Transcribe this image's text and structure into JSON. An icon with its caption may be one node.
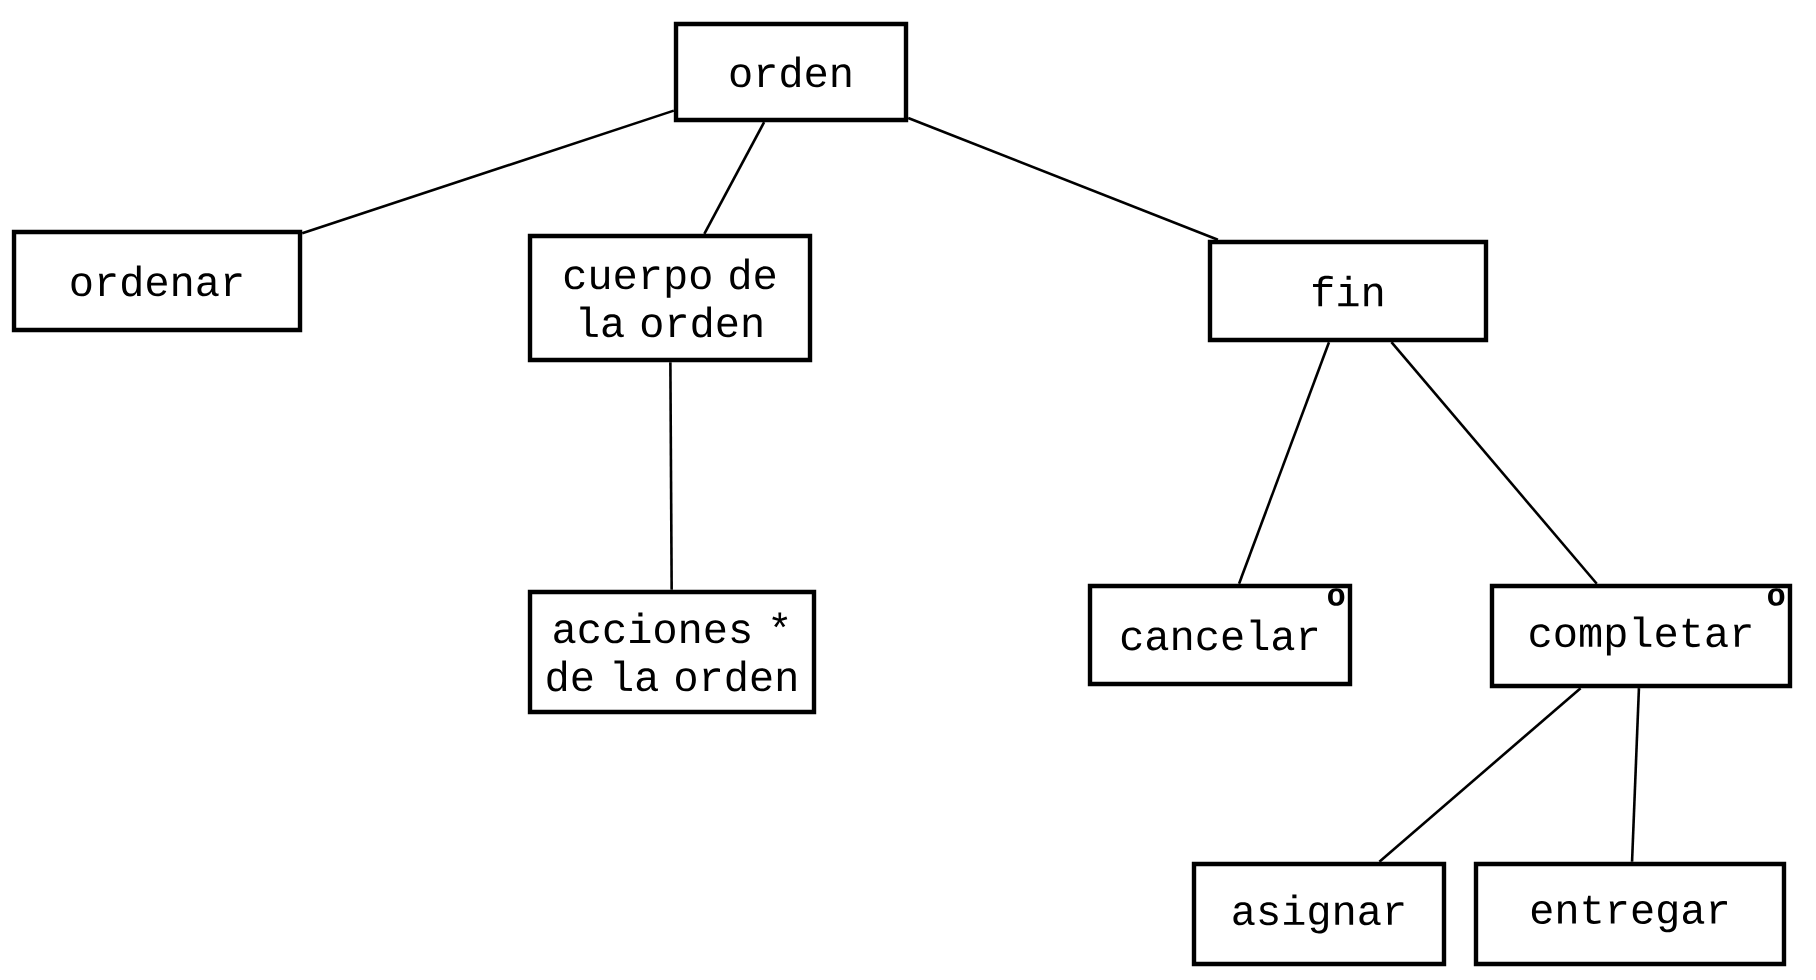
{
  "diagram": {
    "nodes": [
      {
        "text": [
          "orden"
        ]
      },
      {
        "text": [
          "ordenar"
        ]
      },
      {
        "text": [
          "cuerpo de la orden"
        ]
      },
      {
        "text": [
          "fin"
        ]
      },
      {
        "text": [
          "acciones * de la orden"
        ]
      },
      {
        "text": [
          "cancelar",
          "o"
        ]
      },
      {
        "text": [
          "completar",
          "o"
        ]
      },
      {
        "text": [
          "asignar"
        ]
      },
      {
        "text": [
          "entregar"
        ]
      }
    ],
    "edges": [
      {
        "from": 0,
        "to": 1,
        "arrow": "none"
      },
      {
        "from": 0,
        "to": 2,
        "arrow": "none"
      },
      {
        "from": 0,
        "to": 3,
        "arrow": "none"
      },
      {
        "from": 2,
        "to": 4,
        "arrow": "none"
      },
      {
        "from": 3,
        "to": 5,
        "arrow": "none"
      },
      {
        "from": 3,
        "to": 6,
        "arrow": "none"
      },
      {
        "from": 6,
        "to": 7,
        "arrow": "none"
      },
      {
        "from": 6,
        "to": 8,
        "arrow": "none"
      }
    ]
  }
}
